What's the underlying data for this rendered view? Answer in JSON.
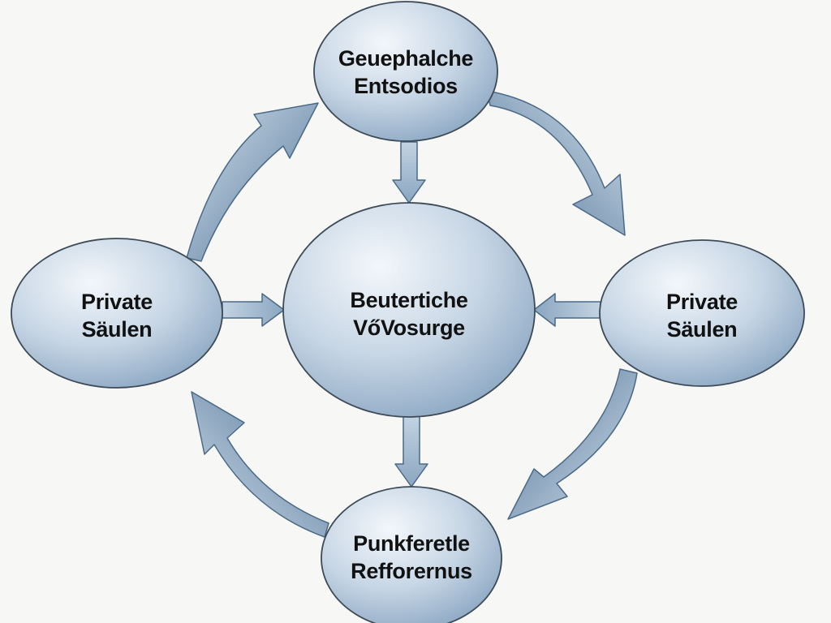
{
  "diagram": {
    "colors": {
      "node_fill_light": "#eef3f8",
      "node_fill_dark": "#8ea9c4",
      "node_stroke": "#3c4b57",
      "arrow_fill": "#6f90b0",
      "arrow_dark": "#4f7396",
      "arrow_light": "#c3d3e2"
    },
    "nodes": {
      "top": {
        "line1": "Geuephalche",
        "line2": "Entsodios"
      },
      "center": {
        "line1": "Beutertiche",
        "line2": "VőVosurge"
      },
      "left": {
        "line1": "Private",
        "line2": "Säulen"
      },
      "right": {
        "line1": "Private",
        "line2": "Säulen"
      },
      "bottom": {
        "line1": "Punkferetle",
        "line2": "Refforernus"
      }
    }
  }
}
